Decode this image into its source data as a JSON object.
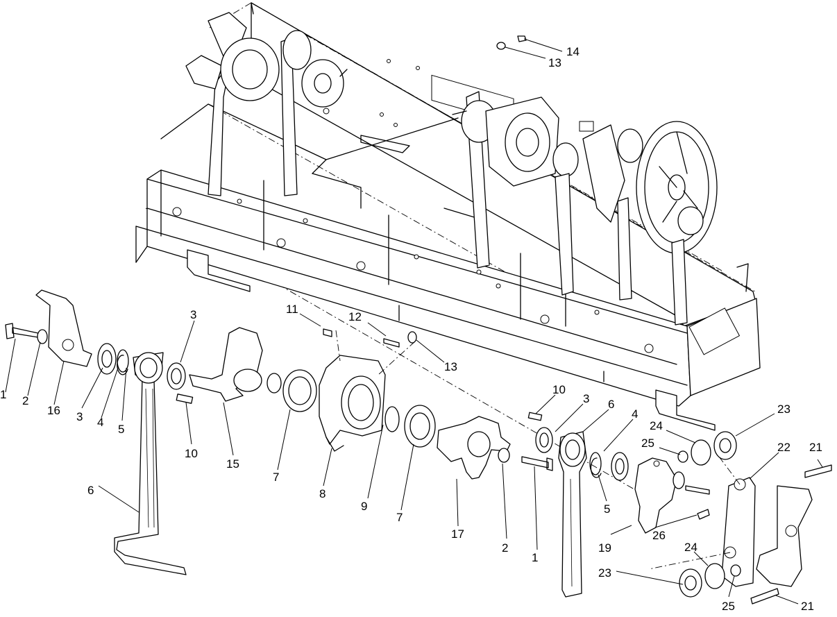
{
  "diagram": {
    "type": "exploded-parts-view",
    "callouts": [
      {
        "id": "c1a",
        "label": "1"
      },
      {
        "id": "c2a",
        "label": "2"
      },
      {
        "id": "c16",
        "label": "16"
      },
      {
        "id": "c3a",
        "label": "3"
      },
      {
        "id": "c4a",
        "label": "4"
      },
      {
        "id": "c5a",
        "label": "5"
      },
      {
        "id": "c3b",
        "label": "3"
      },
      {
        "id": "c10a",
        "label": "10"
      },
      {
        "id": "c15",
        "label": "15"
      },
      {
        "id": "c6a",
        "label": "6"
      },
      {
        "id": "c7a",
        "label": "7"
      },
      {
        "id": "c8",
        "label": "8"
      },
      {
        "id": "c11",
        "label": "11"
      },
      {
        "id": "c12",
        "label": "12"
      },
      {
        "id": "c13a",
        "label": "13"
      },
      {
        "id": "c9",
        "label": "9"
      },
      {
        "id": "c7b",
        "label": "7"
      },
      {
        "id": "c17",
        "label": "17"
      },
      {
        "id": "c2b",
        "label": "2"
      },
      {
        "id": "c1b",
        "label": "1"
      },
      {
        "id": "c10b",
        "label": "10"
      },
      {
        "id": "c3c",
        "label": "3"
      },
      {
        "id": "c6b",
        "label": "6"
      },
      {
        "id": "c4b",
        "label": "4"
      },
      {
        "id": "c5b",
        "label": "5"
      },
      {
        "id": "c19",
        "label": "19"
      },
      {
        "id": "c26",
        "label": "26"
      },
      {
        "id": "c24a",
        "label": "24"
      },
      {
        "id": "c25a",
        "label": "25"
      },
      {
        "id": "c23a",
        "label": "23"
      },
      {
        "id": "c22",
        "label": "22"
      },
      {
        "id": "c21a",
        "label": "21"
      },
      {
        "id": "c24b",
        "label": "24"
      },
      {
        "id": "c23b",
        "label": "23"
      },
      {
        "id": "c25b",
        "label": "25"
      },
      {
        "id": "c21b",
        "label": "21"
      },
      {
        "id": "c14",
        "label": "14"
      },
      {
        "id": "c13b",
        "label": "13"
      }
    ]
  }
}
